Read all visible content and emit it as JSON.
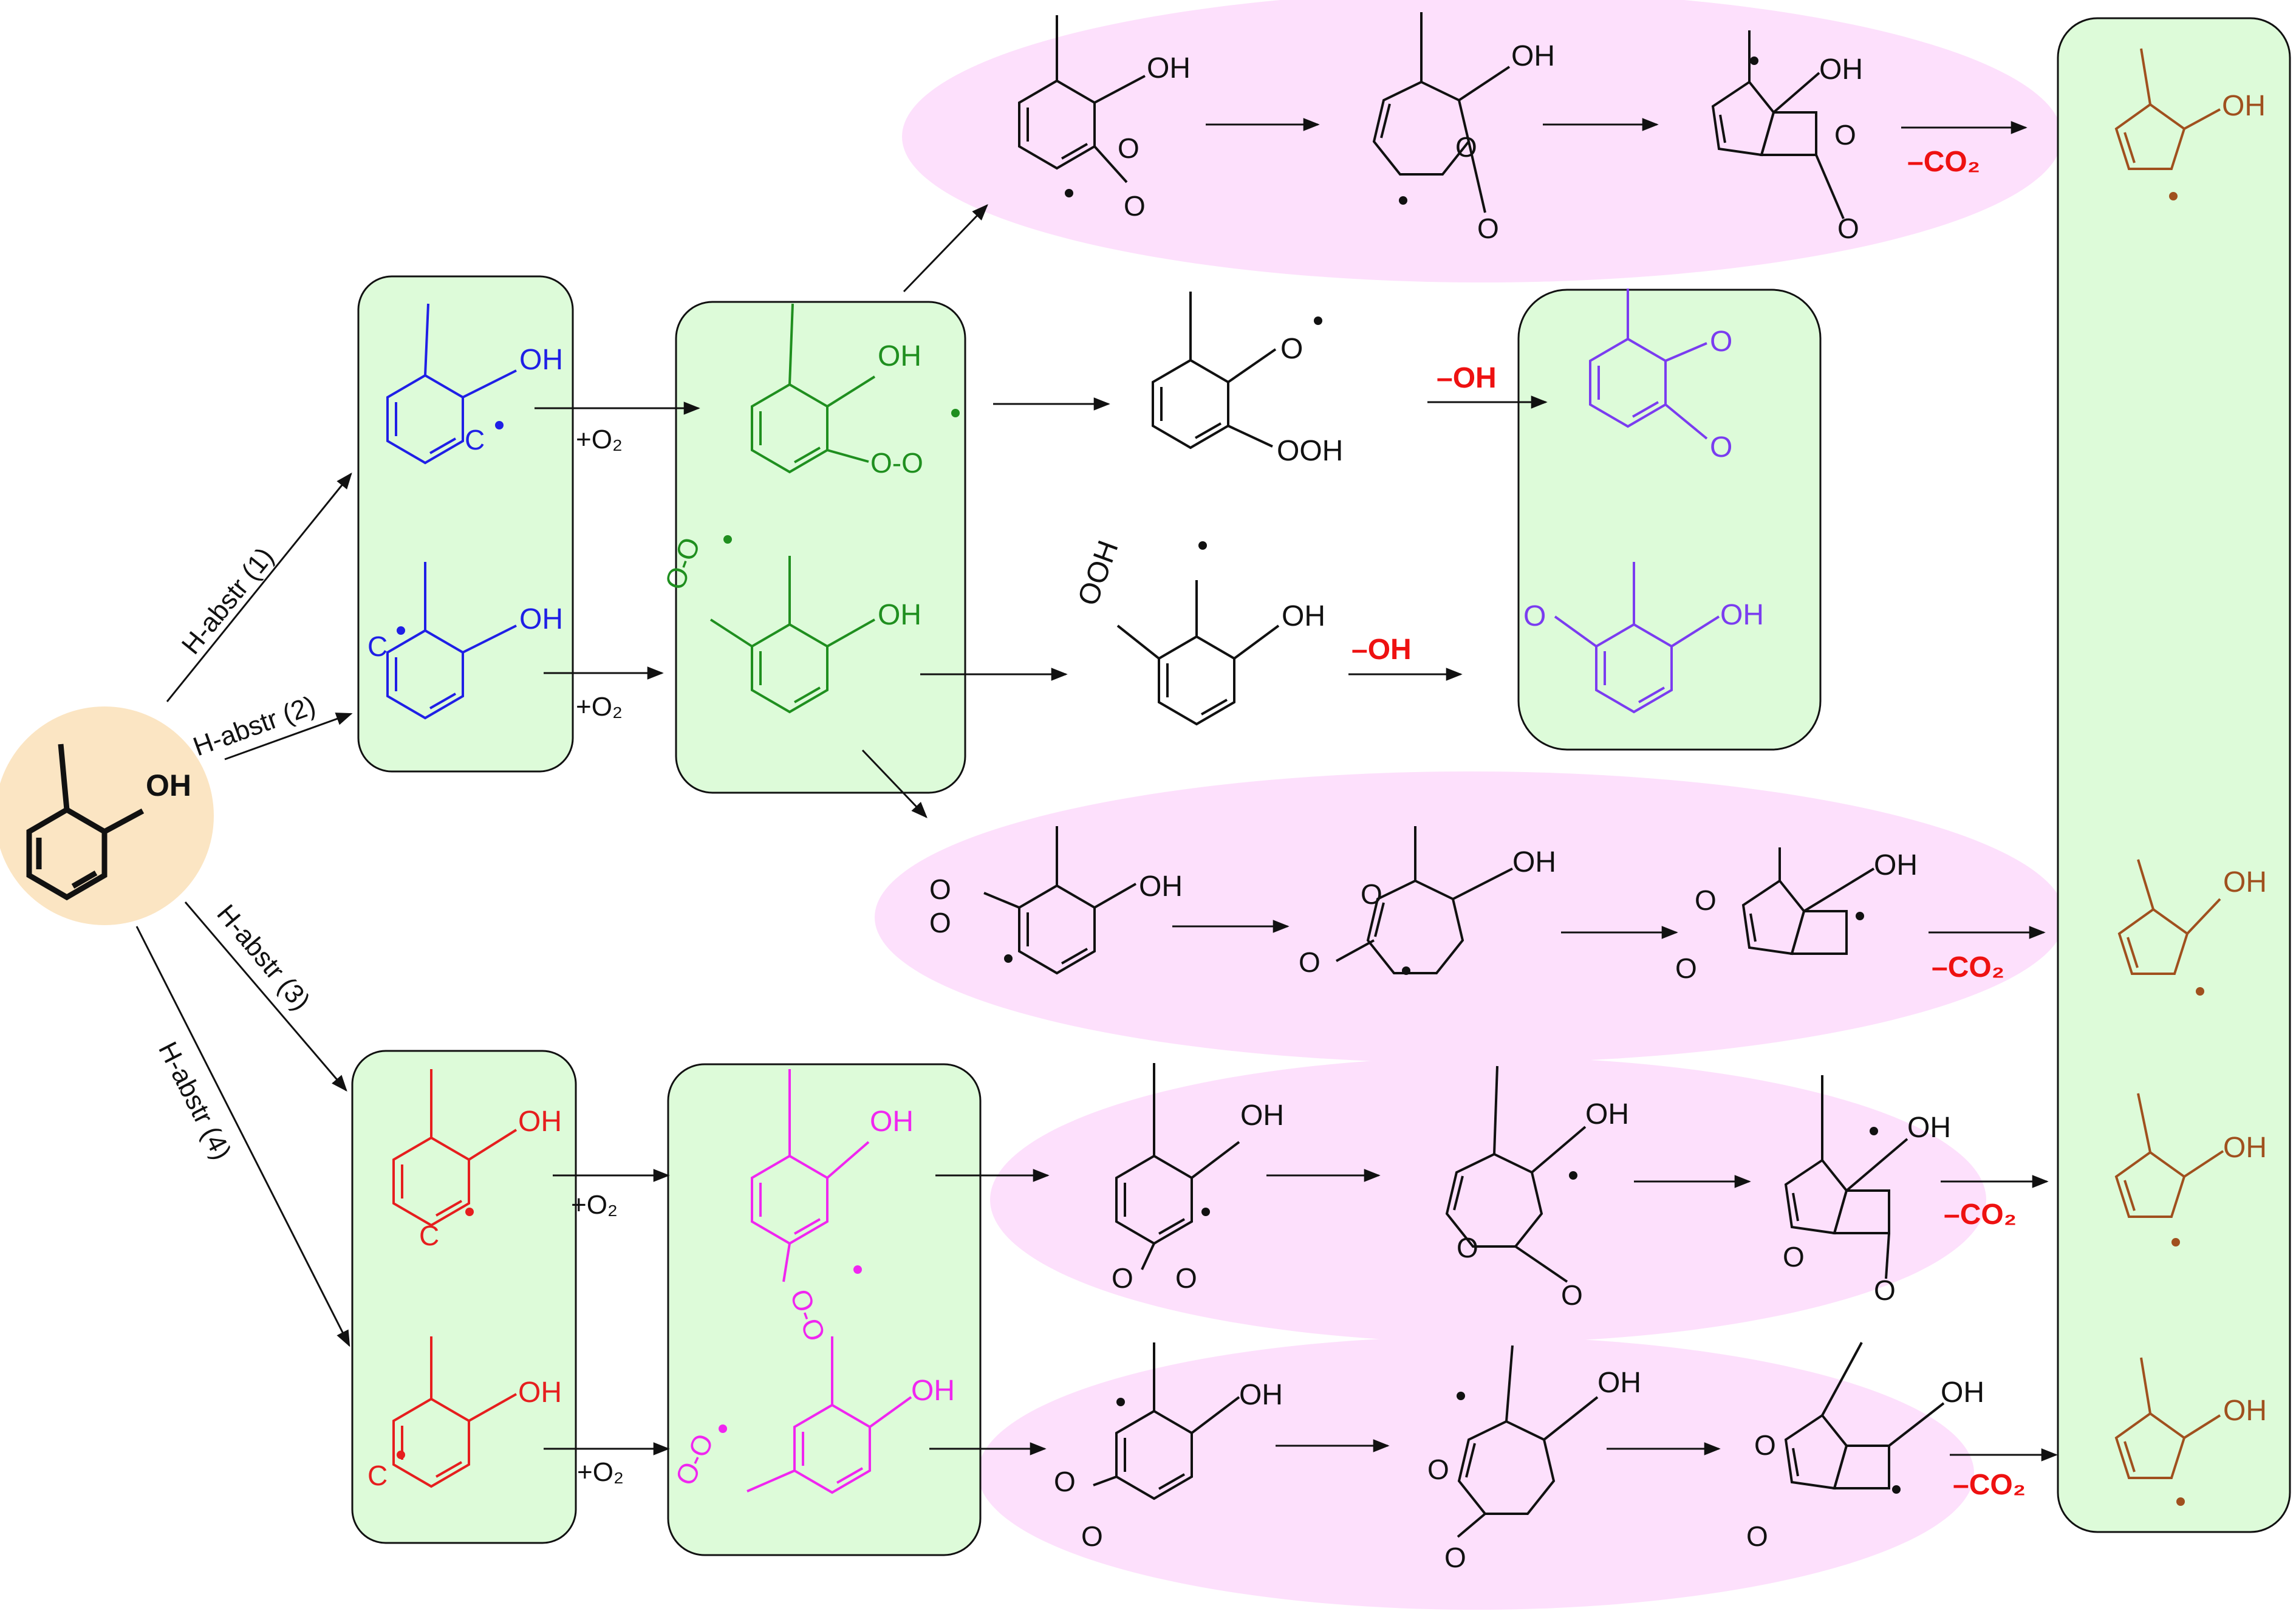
{
  "colors": {
    "box_fill": "#ddfbd9",
    "ellipse_fill": "#fde0fc",
    "reactant_fill": "#fbe5c3",
    "blue": "#1f1fe6",
    "green": "#1f8f1f",
    "purple": "#7a3cf0",
    "red": "#e61e1e",
    "magenta": "#f026f0",
    "brown": "#a0501e",
    "black": "#111111",
    "label_red": "#ee1111"
  },
  "atoms": {
    "OH": "OH",
    "O": "O",
    "C": "C",
    "OOH": "OOH",
    "OO": "O‑O"
  },
  "reactions": {
    "h_abstr_1": "H-abstr (1)",
    "h_abstr_2": "H-abstr (2)",
    "h_abstr_3": "H-abstr (3)",
    "h_abstr_4": "H-abstr (4)",
    "plus_o2": "+O₂",
    "minus_oh": "–OH",
    "minus_co2": "–CO₂"
  }
}
